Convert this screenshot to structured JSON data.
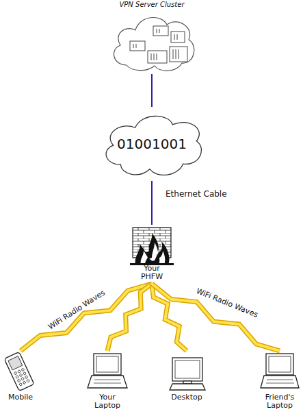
{
  "diagram": {
    "nodes": [
      {
        "text": [
          "VPN Server Cluster"
        ]
      },
      {
        "text": [
          "01001001"
        ]
      },
      {
        "text": [
          "Your PHFW"
        ]
      },
      {
        "text": [
          "Mobile"
        ]
      },
      {
        "text": [
          "Your Laptop"
        ]
      },
      {
        "text": [
          "Desktop"
        ]
      },
      {
        "text": [
          "Friend's Laptop"
        ]
      }
    ],
    "edges": [
      {
        "from": 0,
        "to": 1,
        "arrow": "none"
      },
      {
        "from": 1,
        "to": 2,
        "arrow": "none",
        "label": "Ethernet Cable"
      },
      {
        "from": 2,
        "to": 3,
        "arrow": "none",
        "label": "WiFi Radio Waves"
      },
      {
        "from": 2,
        "to": 4,
        "arrow": "none"
      },
      {
        "from": 2,
        "to": 5,
        "arrow": "none"
      },
      {
        "from": 2,
        "to": 6,
        "arrow": "none",
        "label": "WiFi Radio Waves"
      }
    ]
  }
}
